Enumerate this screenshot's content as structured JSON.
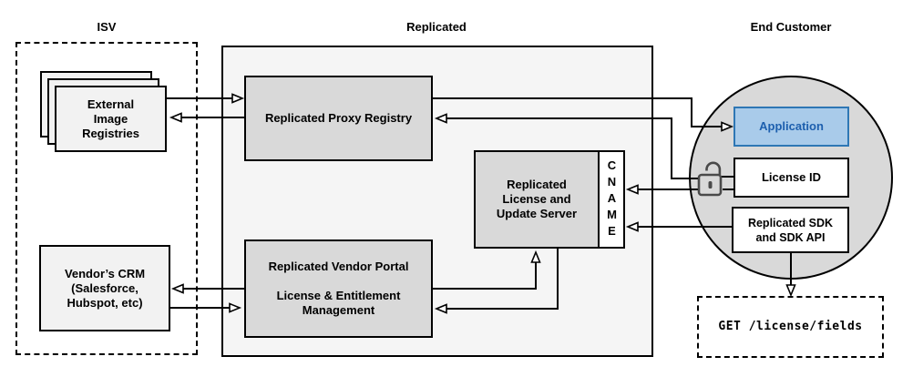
{
  "sections": {
    "isv": "ISV",
    "replicated": "Replicated",
    "end_customer": "End Customer"
  },
  "nodes": {
    "external_registries": "External Image Registries",
    "vendors_crm": "Vendor’s CRM (Salesforce, Hubspot, etc)",
    "proxy_registry": "Replicated Proxy Registry",
    "vendor_portal_title": "Replicated Vendor Portal",
    "vendor_portal_subtitle": "License & Entitlement Management",
    "license_update_server": "Replicated License and Update Server",
    "cname": "CNAME",
    "application": "Application",
    "license_id": "License ID",
    "replicated_sdk": "Replicated SDK and SDK API",
    "get_request": "GET /license/fields"
  },
  "icons": {
    "unlock": "unlocked-padlock"
  },
  "colors": {
    "section_fill": "#f5f5f5",
    "node_fill": "#d9d9d9",
    "light_fill": "#f2f2f2",
    "application_fill": "#a9cbea",
    "application_border": "#2e77b5",
    "application_text": "#1d5fae",
    "line": "#000000",
    "lock": "#4a4a4a"
  }
}
